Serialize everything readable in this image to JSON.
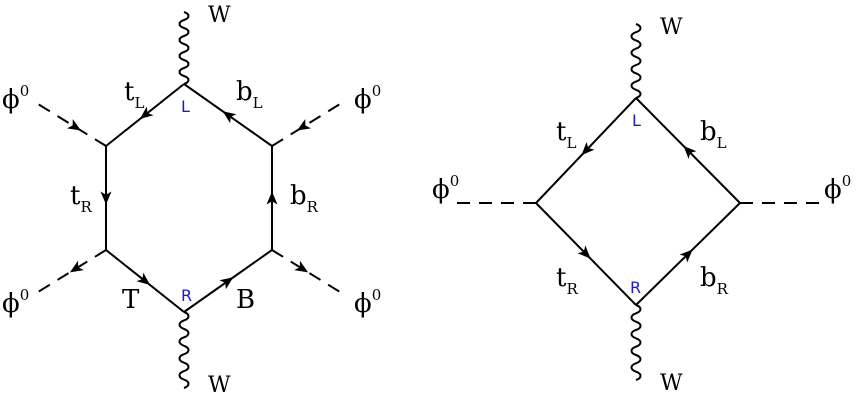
{
  "diagram_left": {
    "external_labels": {
      "w_top": "W",
      "w_bottom": "W",
      "phi_top_left": {
        "base": "ϕ",
        "sup": "0"
      },
      "phi_top_right": {
        "base": "ϕ",
        "sup": "0"
      },
      "phi_bottom_left": {
        "base": "ϕ",
        "sup": "0"
      },
      "phi_bottom_right": {
        "base": "ϕ",
        "sup": "0"
      }
    },
    "propagator_labels": {
      "t_L": {
        "base": "t",
        "sub": "L"
      },
      "b_L": {
        "base": "b",
        "sub": "L"
      },
      "t_R": {
        "base": "t",
        "sub": "R"
      },
      "b_R": {
        "base": "b",
        "sub": "R"
      },
      "T": "T",
      "B": "B"
    },
    "vertex_labels": {
      "top": "L",
      "bottom": "R"
    }
  },
  "diagram_right": {
    "external_labels": {
      "w_top": "W",
      "w_bottom": "W",
      "phi_left": {
        "base": "ϕ",
        "sup": "0"
      },
      "phi_right": {
        "base": "ϕ",
        "sup": "0"
      }
    },
    "propagator_labels": {
      "t_L": {
        "base": "t",
        "sub": "L"
      },
      "b_L": {
        "base": "b",
        "sub": "L"
      },
      "t_R": {
        "base": "t",
        "sub": "R"
      },
      "b_R": {
        "base": "b",
        "sub": "R"
      }
    },
    "vertex_labels": {
      "top": "L",
      "bottom": "R"
    }
  },
  "colors": {
    "line": "#000000",
    "vertex_label": "#1a1acc"
  }
}
